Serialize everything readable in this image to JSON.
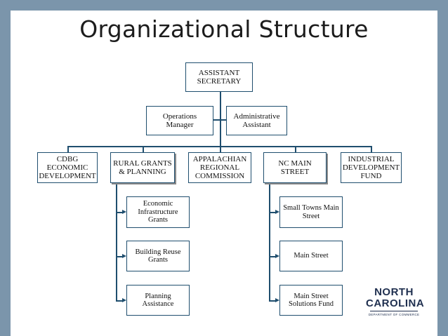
{
  "title": "Organizational Structure",
  "nodes": {
    "assistant_secretary": "ASSISTANT\nSECRETARY",
    "operations_manager": "Operations\nManager",
    "administrative_assistant": "Administrative\nAssistant",
    "cdbg": "CDBG\nECONOMIC\nDEVELOPMENT",
    "rural_grants": "RURAL GRANTS\n& PLANNING",
    "appalachian": "APPALACHIAN\nREGIONAL\nCOMMISSION",
    "nc_main_street": "NC MAIN\nSTREET",
    "industrial": "INDUSTRIAL\nDEVELOPMENT\nFUND",
    "economic_infrastructure": "Economic\nInfrastructure\nGrants",
    "building_reuse": "Building Reuse\nGrants",
    "planning_assistance": "Planning\nAssistance",
    "small_towns": "Small Towns Main\nStreet",
    "main_street": "Main Street",
    "main_street_solutions": "Main Street\nSolutions Fund"
  },
  "logo": {
    "line1": "NORTH",
    "line2": "CAROLINA",
    "tagline": "DEPARTMENT OF COMMERCE"
  }
}
